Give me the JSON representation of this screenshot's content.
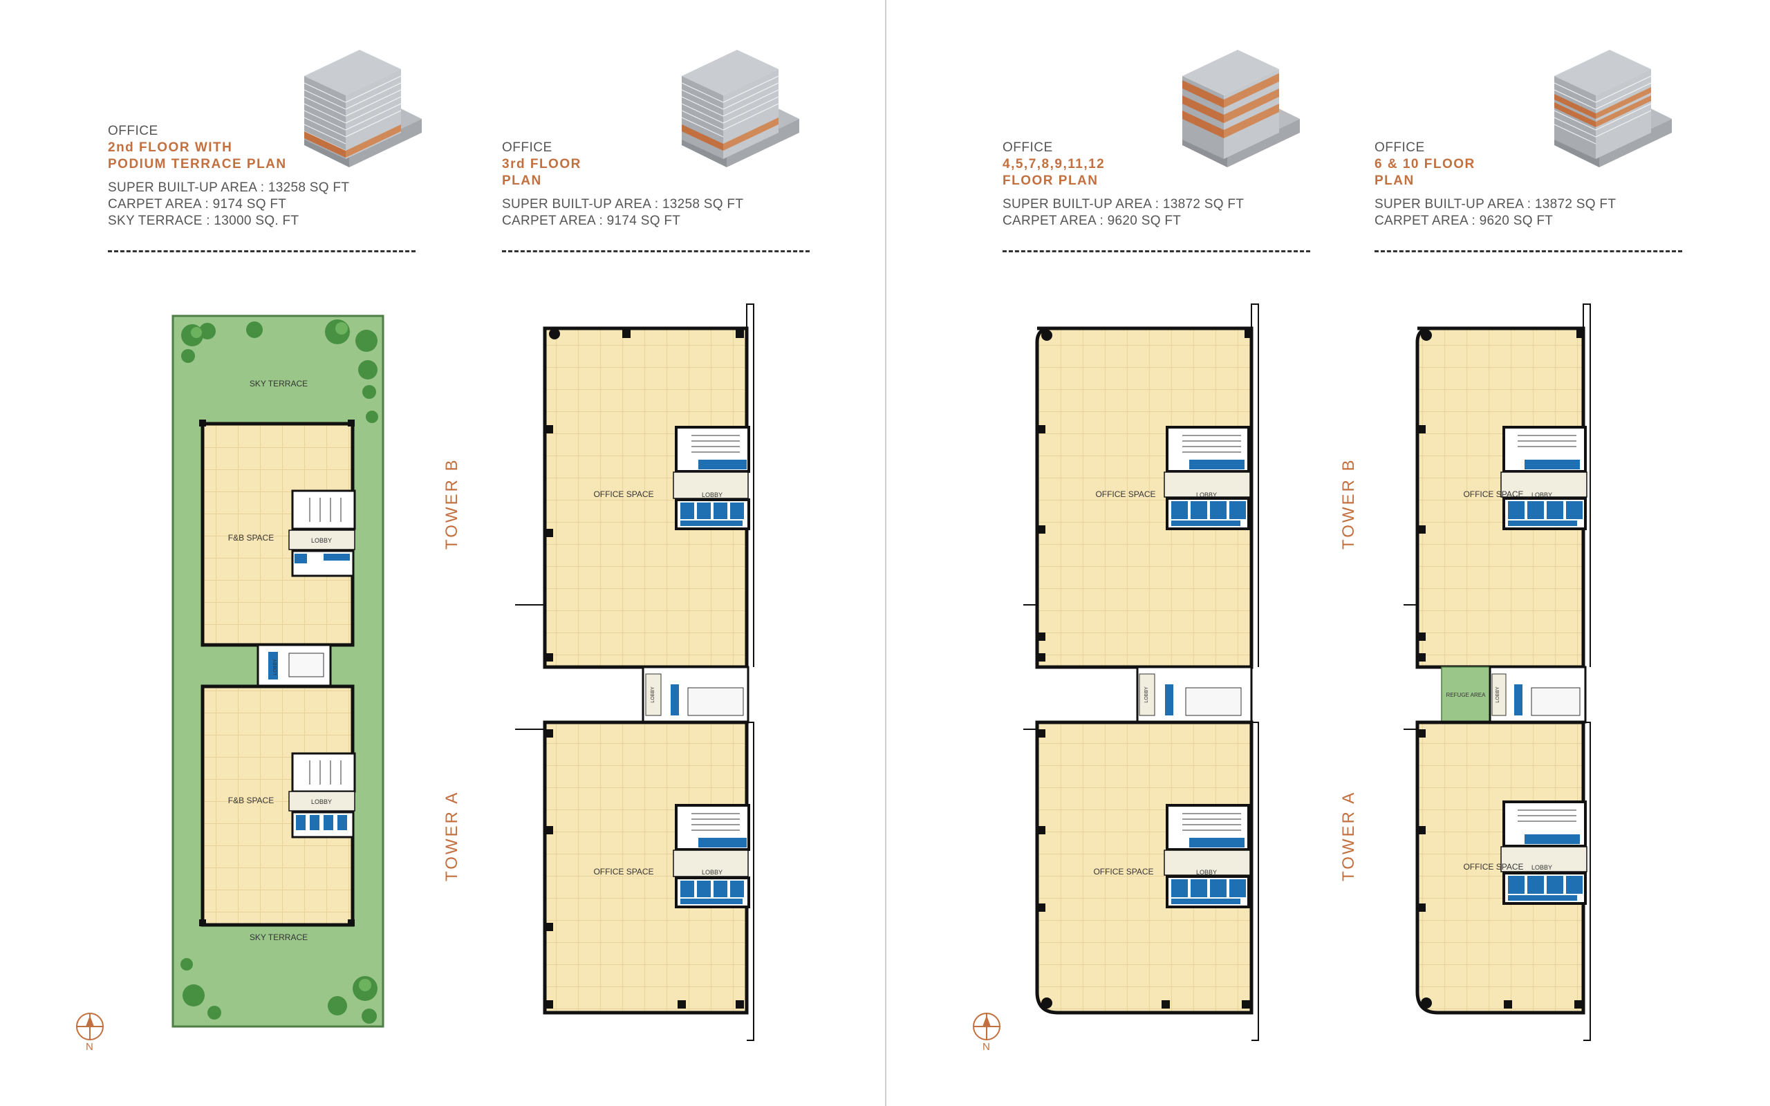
{
  "pages": {
    "left": {
      "plans": [
        {
          "label": "OFFICE",
          "title_lines": [
            "2nd FLOOR WITH",
            "PODIUM TERRACE PLAN"
          ],
          "specs": [
            "SUPER BUILT-UP AREA : 13258 SQ FT",
            "CARPET AREA : 9174 SQ FT",
            "SKY TERRACE : 13000 SQ. FT"
          ],
          "room_labels": [
            "SKY TERRACE",
            "F&B SPACE",
            "LOBBY",
            "F&B SPACE",
            "LOBBY",
            "SKY TERRACE",
            "LOBBY"
          ]
        },
        {
          "label": "OFFICE",
          "title_lines": [
            "3rd FLOOR",
            "PLAN"
          ],
          "specs": [
            "SUPER BUILT-UP AREA : 13258 SQ FT",
            "CARPET AREA : 9174 SQ FT"
          ],
          "room_labels": [
            "OFFICE SPACE",
            "LOBBY",
            "OFFICE SPACE",
            "LOBBY",
            "LOBBY"
          ]
        }
      ],
      "tower_labels": [
        "TOWER B",
        "TOWER A"
      ],
      "compass_label": "N"
    },
    "right": {
      "plans": [
        {
          "label": "OFFICE",
          "title_lines": [
            "4,5,7,8,9,11,12",
            "FLOOR PLAN"
          ],
          "specs": [
            "SUPER BUILT-UP AREA : 13872 SQ FT",
            "CARPET AREA : 9620 SQ FT"
          ],
          "room_labels": [
            "OFFICE SPACE",
            "LOBBY",
            "OFFICE SPACE",
            "LOBBY",
            "LOBBY"
          ]
        },
        {
          "label": "OFFICE",
          "title_lines": [
            "6 & 10 FLOOR",
            "PLAN"
          ],
          "specs": [
            "SUPER BUILT-UP AREA : 13872 SQ FT",
            "CARPET AREA : 9620 SQ FT"
          ],
          "room_labels": [
            "OFFICE SPACE",
            "LOBBY",
            "REFUGE AREA",
            "OFFICE SPACE",
            "LOBBY",
            "LOBBY"
          ]
        }
      ],
      "tower_labels": [
        "TOWER B",
        "TOWER A"
      ],
      "compass_label": "N"
    }
  },
  "colors": {
    "accent": "#c2703f",
    "floor_fill": "#f8e7b6",
    "terrace_green": "#9bc68a",
    "core_blue": "#1f6fb3",
    "wall": "#111111"
  },
  "icons": {
    "building": "isometric-building-icon",
    "compass": "north-compass-icon"
  }
}
